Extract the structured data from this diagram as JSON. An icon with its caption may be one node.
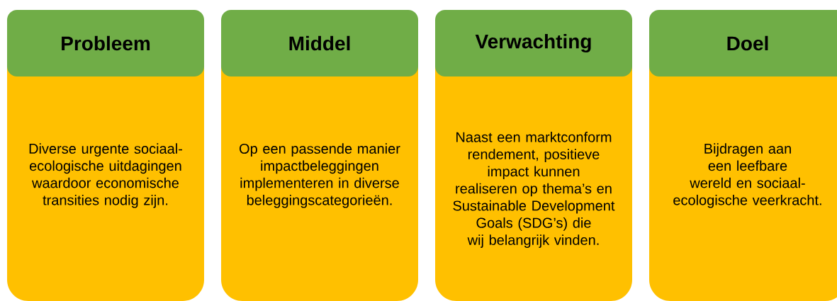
{
  "diagram": {
    "nodes": [
      {
        "text": [
          "Probleem",
          "Diverse urgente sociaal-ecologische uitdagingen waardoor economische transities nodig zijn."
        ]
      },
      {
        "text": [
          "Middel",
          "Op een passende manier impactbeleggingen implementeren in diverse beleggingscategorieën."
        ]
      },
      {
        "text": [
          "Verwachting",
          "Naast een marktconform rendement, positieve impact kunnen realiseren op thema’s en Sustainable Development Goals (SDG’s) die wij belangrijk vinden."
        ]
      },
      {
        "text": [
          "Doel",
          "Bijdragen aan een leefbare wereld en sociaal-ecologische veerkracht."
        ]
      }
    ]
  }
}
